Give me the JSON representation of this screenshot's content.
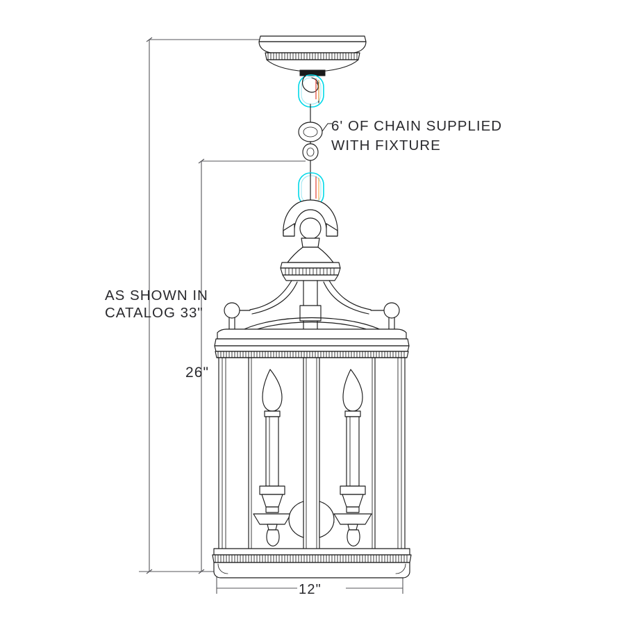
{
  "drawing": {
    "title": "Hanging Lantern Pendant Fixture Dimensioned Elevation",
    "background_color": "#ffffff",
    "line_color": "#1a1a1a",
    "dimension_line_color": "#55555a",
    "highlight_color": "#00d8e8",
    "accent_marker_color": "#e03020"
  },
  "annotations": {
    "chain_note_line1": "6' OF CHAIN SUPPLIED",
    "chain_note_line2": "WITH FIXTURE",
    "overall_note_line1": "AS SHOWN IN",
    "overall_note_line2": "CATALOG 33\""
  },
  "dimensions": {
    "overall_height_label": "AS SHOWN IN CATALOG 33\"",
    "overall_height_value": "33\"",
    "fixture_height_label": "26\"",
    "width_label": "12\""
  },
  "components": {
    "canopy": "ceiling-canopy",
    "chain": "hanging-chain",
    "chain_length": "6'",
    "loop": "arched-hanger-loop",
    "finial_ball": "ball-finial",
    "crown": "crown-arms",
    "cornice": "beaded-cornice",
    "glass_body": "cylindrical-glass-housing",
    "candles": "two-candle-lamps",
    "candle_count": "2",
    "base": "beaded-base-skirt"
  }
}
